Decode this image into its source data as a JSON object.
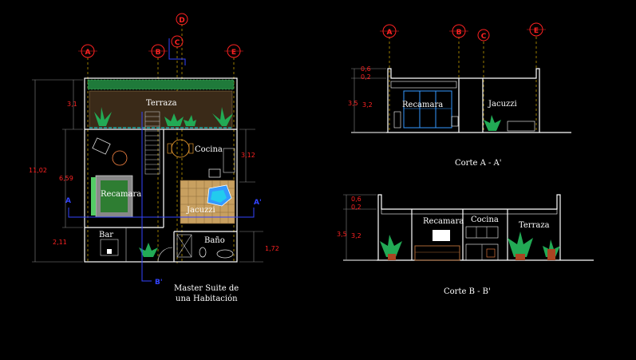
{
  "plan": {
    "axes": [
      "A",
      "B",
      "C",
      "D",
      "E"
    ],
    "rooms": {
      "terraza": "Terraza",
      "cocina": "Cocina",
      "recamara": "Recamara",
      "jacuzzi": "Jacuzzi",
      "bar": "Bar",
      "bano": "Baño"
    },
    "dims": {
      "total": "11,02",
      "left_mid": "6,59",
      "top": "3,1",
      "bottom": "2,11",
      "right_mid": "3,12",
      "right_bottom": "1,72"
    },
    "cuts": {
      "a": "A",
      "a_prime": "A'",
      "b": "B'"
    },
    "title_line1": "Master Suite de",
    "title_line2": "una Habitación"
  },
  "section_aa": {
    "axes": [
      "A",
      "B",
      "C",
      "E"
    ],
    "levels": [
      "0,6",
      "0,2"
    ],
    "height_outer": "3,5",
    "height_inner": "3,2",
    "rooms": [
      "Recamara",
      "Jacuzzi"
    ],
    "title": "Corte A - A'"
  },
  "section_bb": {
    "levels": [
      "0,6",
      "0,2"
    ],
    "height_outer": "3,5",
    "height_inner": "3,2",
    "rooms": [
      "Recamara",
      "Cocina",
      "Terraza"
    ],
    "title": "Corte  B - B'"
  },
  "colors": {
    "background": "#000000",
    "wall": "#ffffff",
    "dimension": "#ff2222",
    "axis_line": "#ffcc00",
    "cut_line": "#3344ff",
    "plants": "#22aa55",
    "floor_tile": "#c8a060"
  }
}
